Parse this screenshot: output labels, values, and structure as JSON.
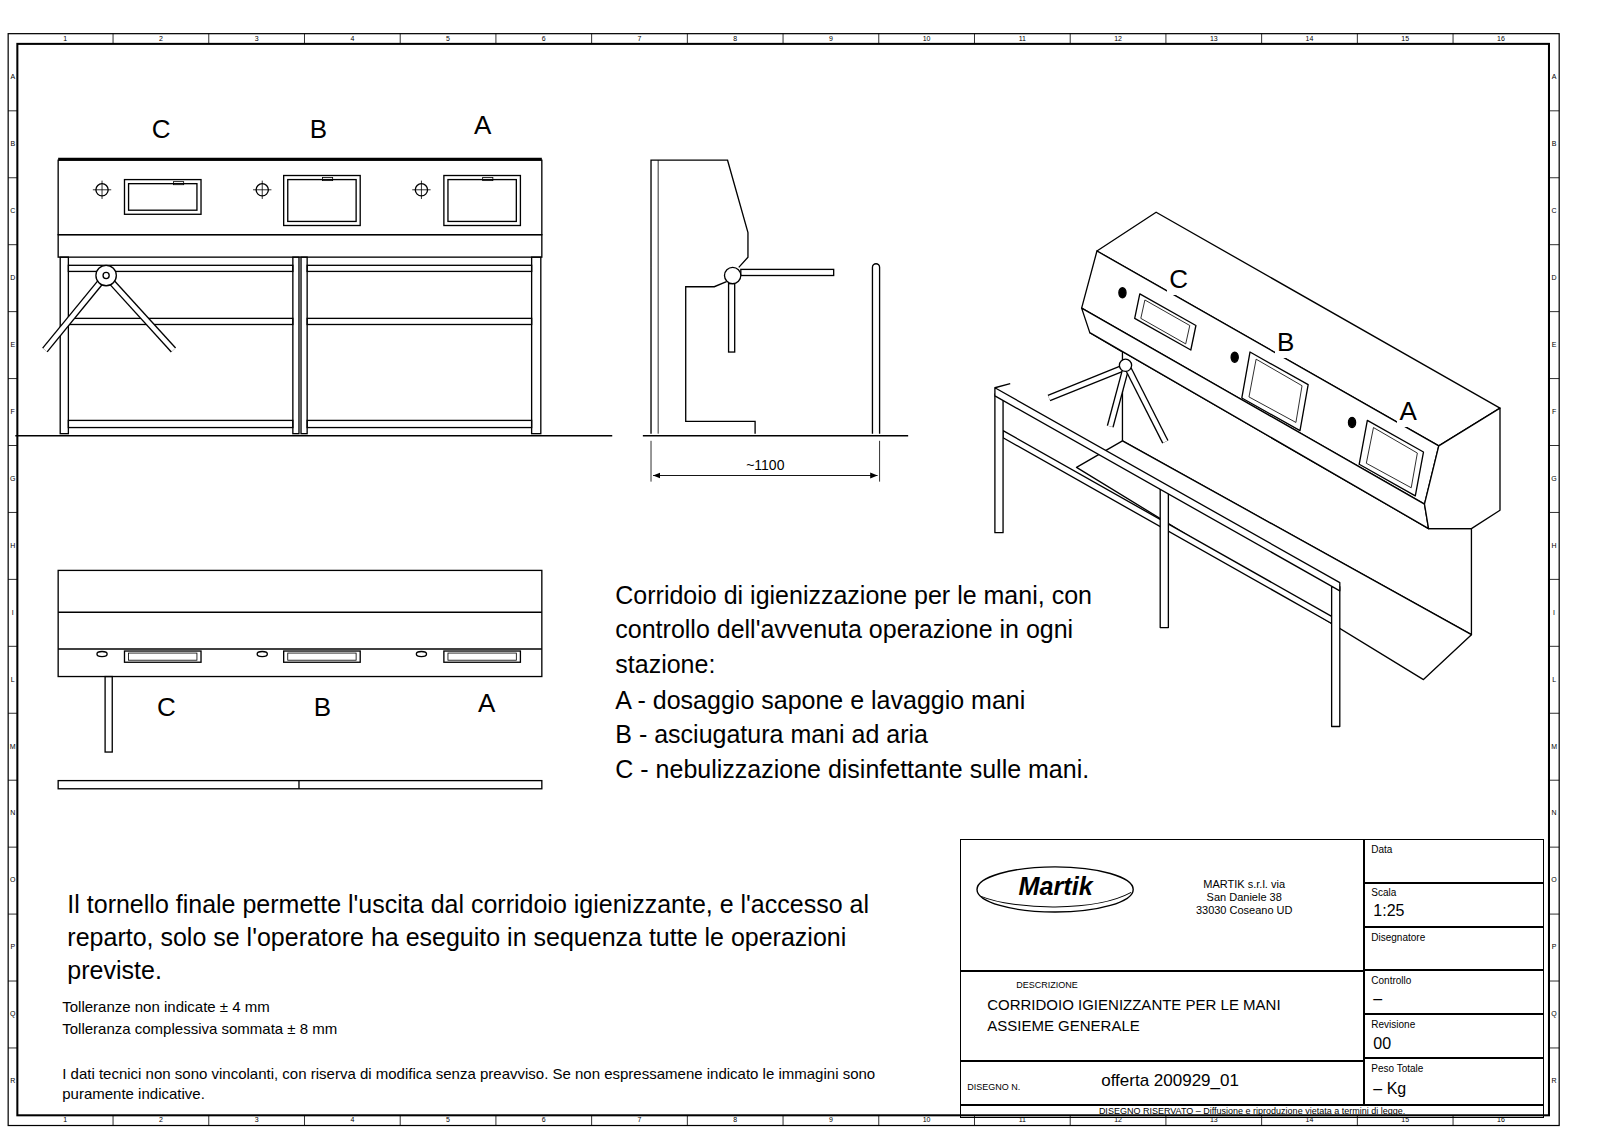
{
  "diagram": {
    "nodes": [
      {
        "text": [
          "MARTIK s.r.l. via San Daniele 38 33030 Coseano UD"
        ]
      },
      {
        "text": [
          "Martik"
        ],
        "in": 0
      },
      {
        "text": [
          "Data"
        ]
      },
      {
        "text": [
          "Scala",
          "1:25"
        ]
      },
      {
        "text": [
          "Disegnatore"
        ]
      },
      {
        "text": [
          "DESCRIZIONE",
          "CORRIDOIO IGIENIZZANTE PER LE MANI ASSIEME GENERALE"
        ]
      },
      {
        "text": [
          "Controllo",
          "–"
        ]
      },
      {
        "text": [
          "Revisione",
          "00"
        ]
      },
      {
        "text": [
          "DISEGNO N.",
          "offerta 200929_01"
        ]
      },
      {
        "text": [
          "Peso Totale",
          "– Kg"
        ]
      },
      {
        "text": [
          "DISEGNO RISERVATO – Diffusione e riproduzione vietata a termini di legge."
        ]
      }
    ],
    "labels": [
      "C",
      "B",
      "A",
      "~1100",
      "C",
      "B",
      "A",
      "C",
      "B",
      "A",
      "Corridoio di igienizzazione per le mani, con controllo dell'avvenuta operazione in ogni stazione:",
      "A - dosaggio sapone e lavaggio mani",
      "B - asciugatura mani ad aria",
      "C - nebulizzazione disinfettante sulle mani.",
      "Il tornello finale permette l'uscita dal corridoio igienizzante, e l'accesso al reparto, solo se l'operatore ha eseguito in sequenza tutte le operazioni previste.",
      "Tolleranze non indicate ± 4 mm",
      "Tolleranza complessiva sommata ± 8 mm",
      "I dati tecnici non sono vincolanti, con riserva di modifica senza preavviso. Se non espressamene indicato le immagini sono puramente indicative.",
      "1",
      "2",
      "3",
      "4",
      "5",
      "6",
      "7",
      "8",
      "9",
      "10",
      "11",
      "12",
      "13",
      "14",
      "15",
      "16",
      "1",
      "2",
      "3",
      "4",
      "5",
      "6",
      "7",
      "8",
      "9",
      "10",
      "11",
      "12",
      "13",
      "14",
      "15",
      "16",
      "A",
      "B",
      "C",
      "D",
      "E",
      "F",
      "G",
      "H",
      "I",
      "L",
      "M",
      "N",
      "O",
      "P",
      "Q",
      "R",
      "A",
      "B",
      "C",
      "D",
      "E",
      "F",
      "G",
      "H",
      "I",
      "L",
      "M",
      "N",
      "O",
      "P",
      "Q",
      "R"
    ]
  }
}
